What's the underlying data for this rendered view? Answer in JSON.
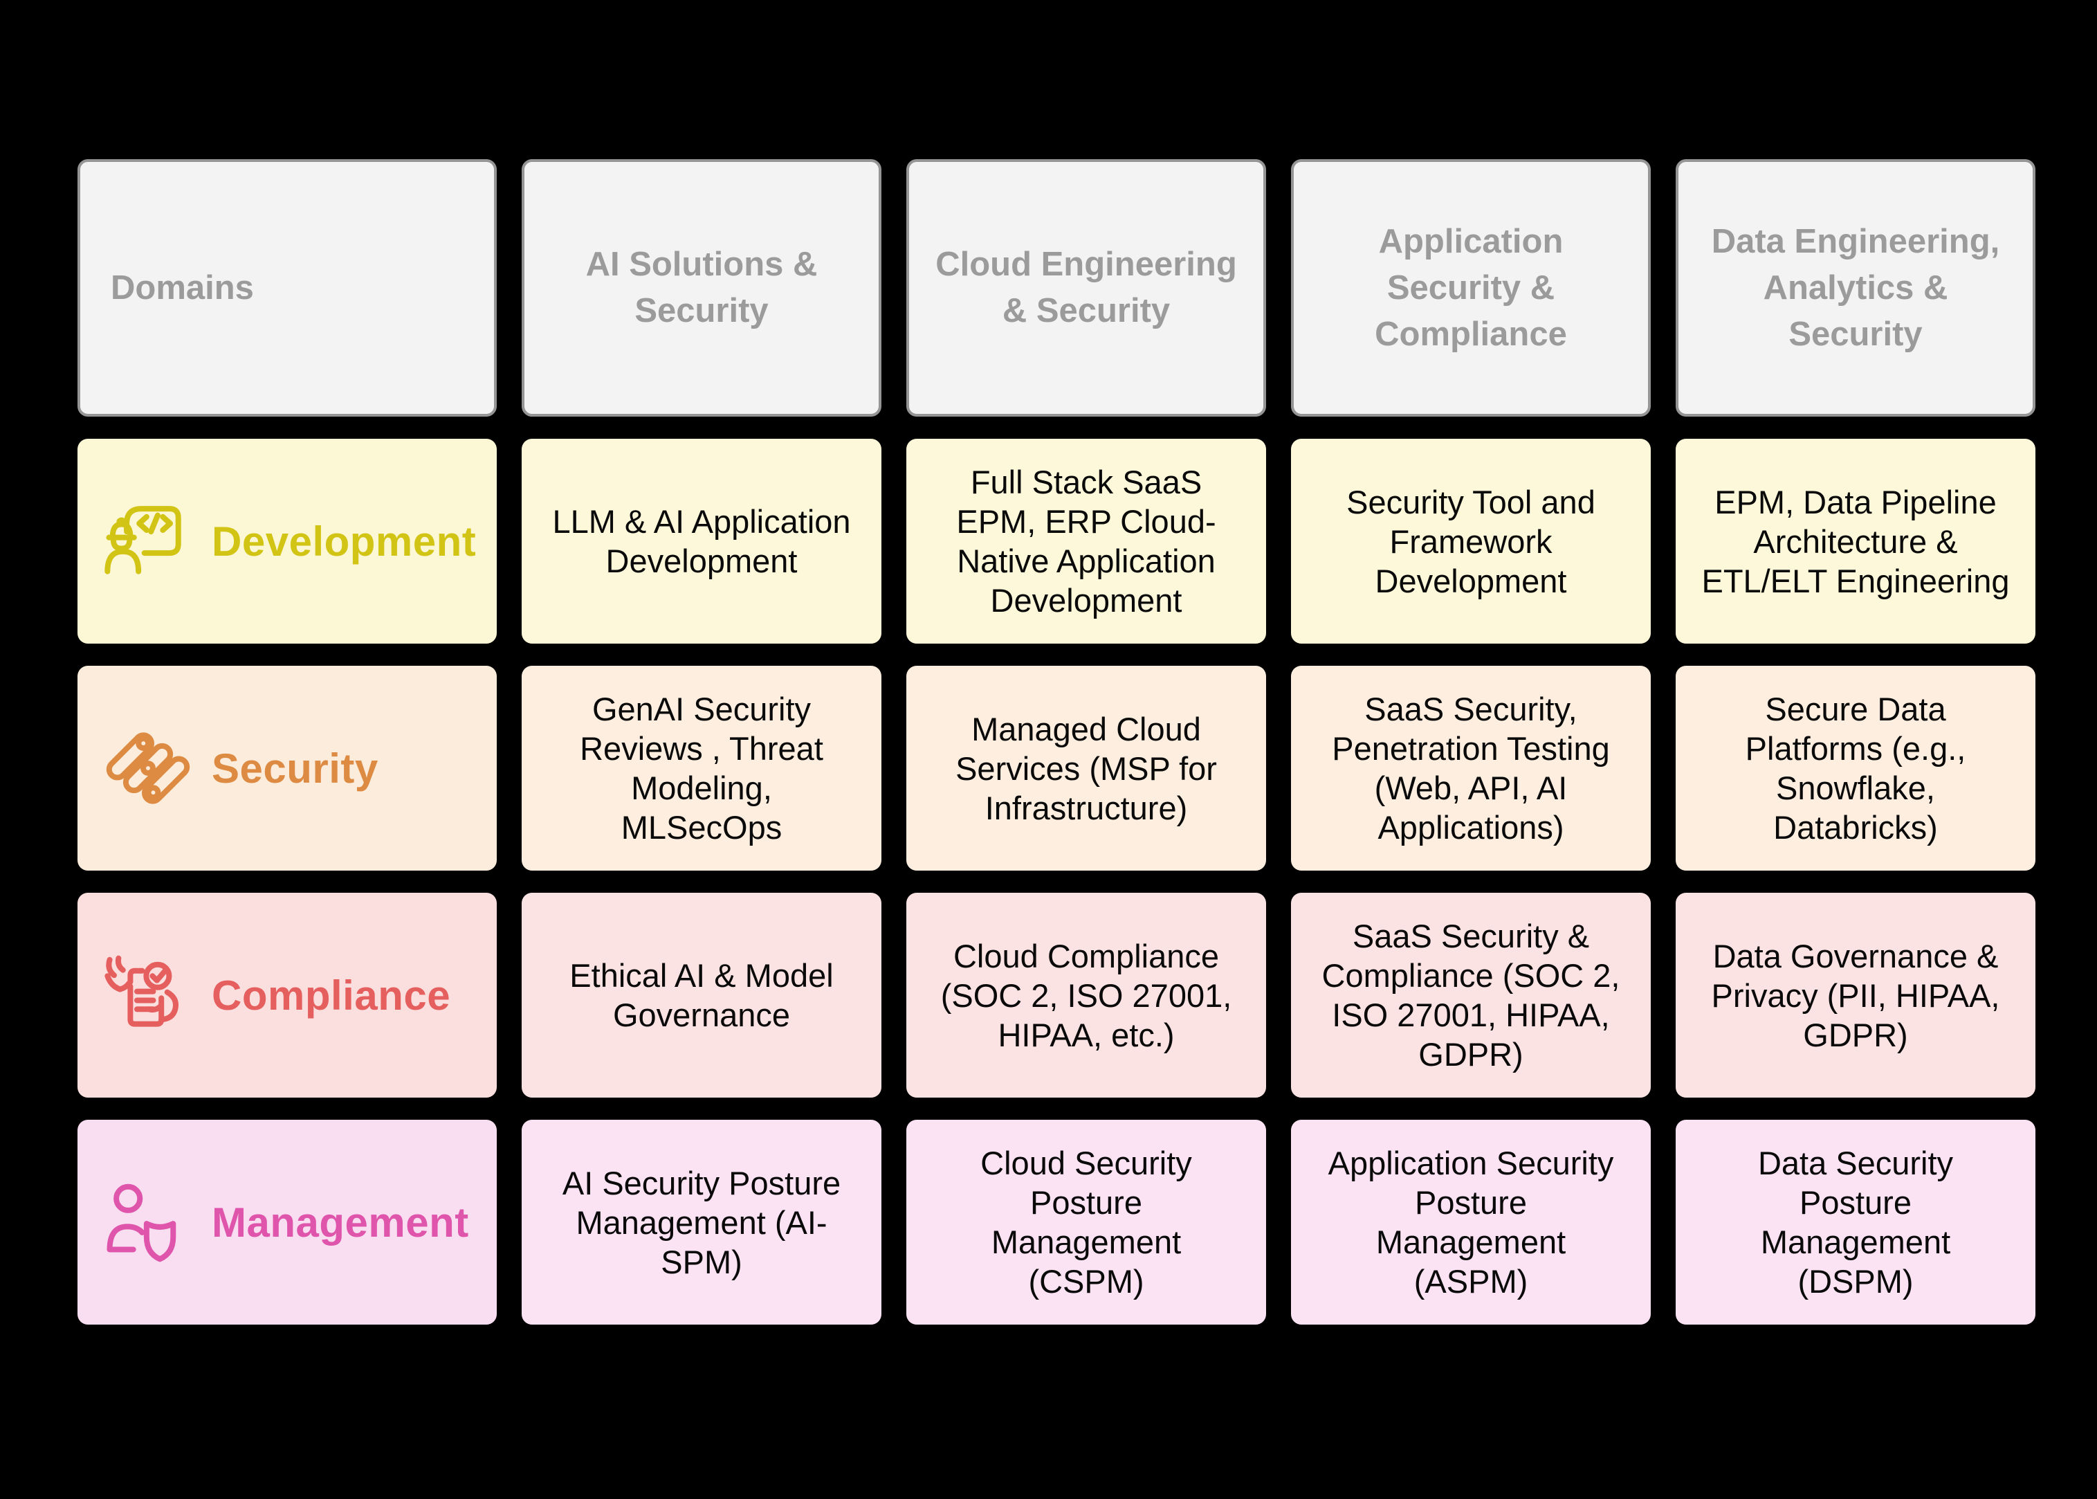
{
  "diagram": {
    "background_color": "#000000",
    "header": {
      "title": "Domains",
      "bg_color": "#f3f3f3",
      "border_color": "#959595",
      "text_color": "#9b9b9b",
      "columns": [
        "AI Solutions & Security",
        "Cloud Engineering & Security",
        "Application Security & Compliance",
        "Data Engineering, Analytics & Security"
      ]
    },
    "rows": [
      {
        "label": "Development",
        "icon": "engineer-code-document-icon",
        "accent_color": "#d2c414",
        "label_bg": "#fcf7d4",
        "cell_bg": "#fdf8da",
        "cells": [
          "LLM & AI Application Development",
          "Full Stack SaaS EPM, ERP Cloud-Native Application Development",
          "Security Tool and Framework Development",
          "EPM, Data Pipeline Architecture & ETL/ELT Engineering"
        ]
      },
      {
        "label": "Security",
        "icon": "scan-capsules-icon",
        "accent_color": "#dd8a42",
        "label_bg": "#fcecdc",
        "cell_bg": "#fdeee0",
        "cells": [
          "GenAI Security Reviews , Threat Modeling, MLSecOps",
          "Managed Cloud Services (MSP for Infrastructure)",
          "SaaS Security, Penetration Testing (Web, API, AI Applications)",
          "Secure Data Platforms (e.g., Snowflake, Databricks)"
        ]
      },
      {
        "label": "Compliance",
        "icon": "checklist-hands-icon",
        "accent_color": "#e65f5f",
        "label_bg": "#fbdfdf",
        "cell_bg": "#fce3e3",
        "cells": [
          "Ethical AI  & Model Governance",
          "Cloud Compliance (SOC 2, ISO 27001, HIPAA, etc.)",
          "SaaS Security & Compliance (SOC 2, ISO 27001, HIPAA, GDPR)",
          "Data Governance & Privacy (PII, HIPAA, GDPR)"
        ]
      },
      {
        "label": "Management",
        "icon": "person-shield-icon",
        "accent_color": "#de55ab",
        "label_bg": "#f9def1",
        "cell_bg": "#fbe3f4",
        "cells": [
          "AI Security Posture Management (AI-SPM)",
          "Cloud Security Posture Management (CSPM)",
          "Application Security Posture Management (ASPM)",
          "Data Security Posture Management (DSPM)"
        ]
      }
    ]
  }
}
